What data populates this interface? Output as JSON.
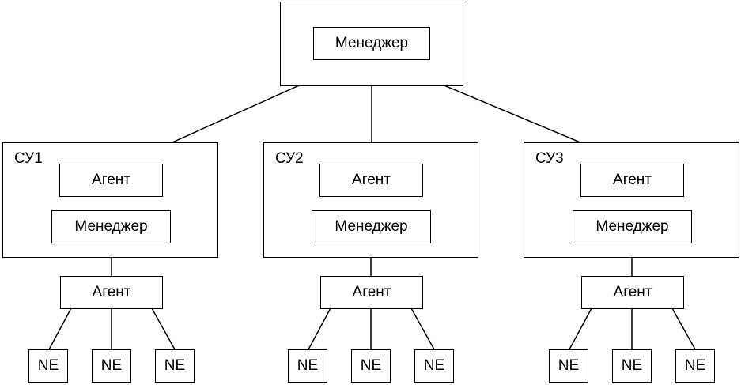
{
  "top": {
    "manager_label": "Менеджер"
  },
  "systems": [
    {
      "title": "СУ1",
      "agent_label": "Агент",
      "manager_label": "Менеджер"
    },
    {
      "title": "СУ2",
      "agent_label": "Агент",
      "manager_label": "Менеджер"
    },
    {
      "title": "СУ3",
      "agent_label": "Агент",
      "manager_label": "Менеджер"
    }
  ],
  "lower_agents": [
    {
      "label": "Агент",
      "elements": [
        "NE",
        "NE",
        "NE"
      ]
    },
    {
      "label": "Агент",
      "elements": [
        "NE",
        "NE",
        "NE"
      ]
    },
    {
      "label": "Агент",
      "elements": [
        "NE",
        "NE",
        "NE"
      ]
    }
  ]
}
